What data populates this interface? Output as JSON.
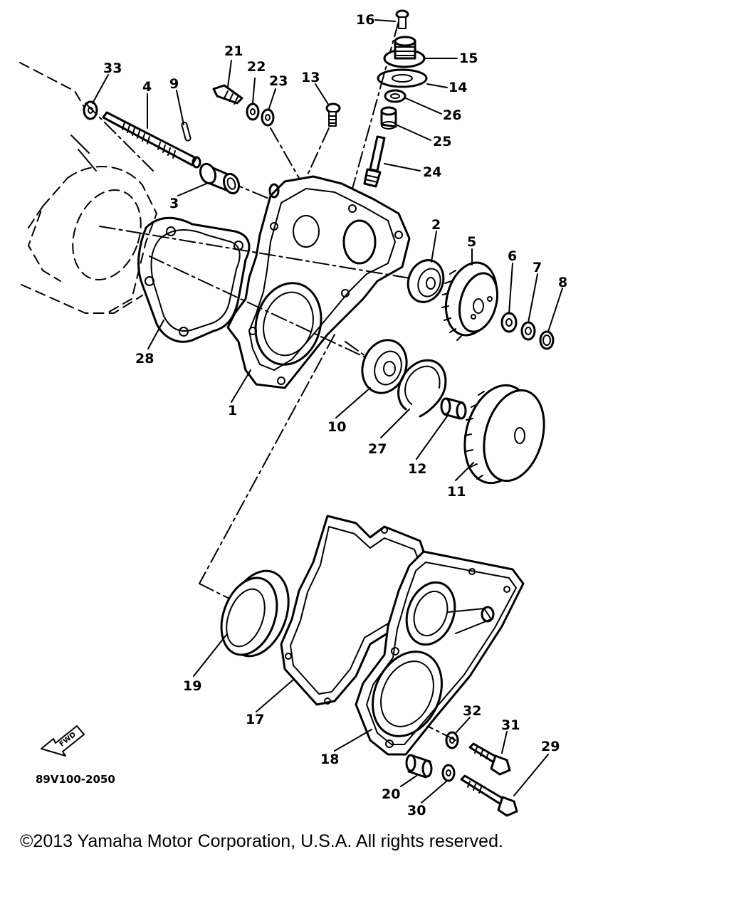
{
  "diagram": {
    "part_numbers": [
      "1",
      "2",
      "3",
      "4",
      "5",
      "6",
      "7",
      "8",
      "9",
      "10",
      "11",
      "12",
      "13",
      "14",
      "15",
      "16",
      "17",
      "18",
      "19",
      "20",
      "21",
      "22",
      "23",
      "24",
      "25",
      "26",
      "27",
      "28",
      "29",
      "30",
      "31",
      "32",
      "33"
    ],
    "forward_badge": "FWD",
    "drawing_code": "89V100-2050"
  },
  "footer": {
    "copyright": "©2013 Yamaha Motor Corporation, U.S.A. All rights reserved."
  }
}
